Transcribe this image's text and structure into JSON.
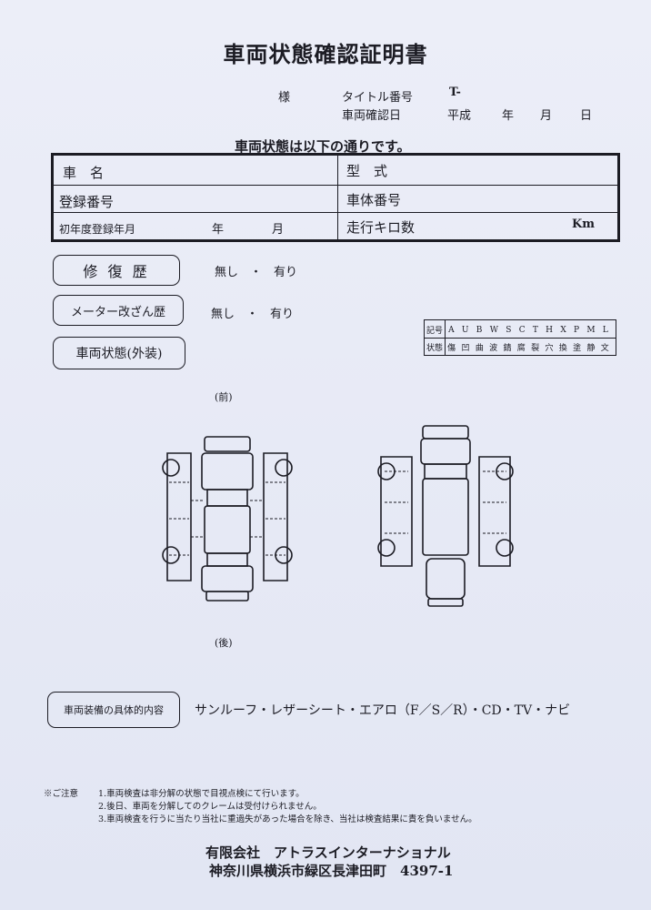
{
  "title": "車両状態確認証明書",
  "header": {
    "sama": "様",
    "title_no_label": "タイトル番号",
    "title_no_value": "T-",
    "check_date_label": "車両確認日",
    "era": "平成",
    "year": "年",
    "month": "月",
    "day": "日"
  },
  "intro": "車両状態は以下の通りです。",
  "spec_table": {
    "car_name": "車　名",
    "model": "型　式",
    "reg_no": "登録番号",
    "chassis_no": "車体番号",
    "first_reg": "初年度登録年月",
    "year": "年",
    "month": "月",
    "mileage": "走行キロ数",
    "km": "Km"
  },
  "repair": {
    "label": "修 復 歴",
    "value": "無し　・　有り"
  },
  "meter": {
    "label": "メーター改ざん歴",
    "value": "無し　・　有り"
  },
  "exterior": {
    "label": "車両状態(外装)"
  },
  "legend": {
    "code_header": "記号",
    "state_header": "状態",
    "codes": [
      "A",
      "U",
      "B",
      "W",
      "S",
      "C",
      "T",
      "H",
      "X",
      "P",
      "M",
      "L"
    ],
    "states": [
      "傷",
      "凹",
      "曲",
      "波",
      "錆",
      "腐",
      "裂",
      "穴",
      "換",
      "塗",
      "静",
      "文"
    ]
  },
  "diagram": {
    "front": "(前)",
    "rear": "(後)"
  },
  "equipment": {
    "label": "車両装備の具体的内容",
    "value": "サンルーフ・レザーシート・エアロ（F／S／R）・CD・TV・ナビ"
  },
  "notes": {
    "heading": "※ご注意",
    "items": [
      "1.車両検査は非分解の状態で目視点検にて行います。",
      "2.後日、車両を分解してのクレームは受付けられません。",
      "3.車両検査を行うに当たり当社に重過失があった場合を除き、当社は検査結果に責を負いません。"
    ]
  },
  "company": {
    "name": "有限会社　アトラスインターナショナル",
    "address": "神奈川県横浜市緑区長津田町　4397-1"
  }
}
